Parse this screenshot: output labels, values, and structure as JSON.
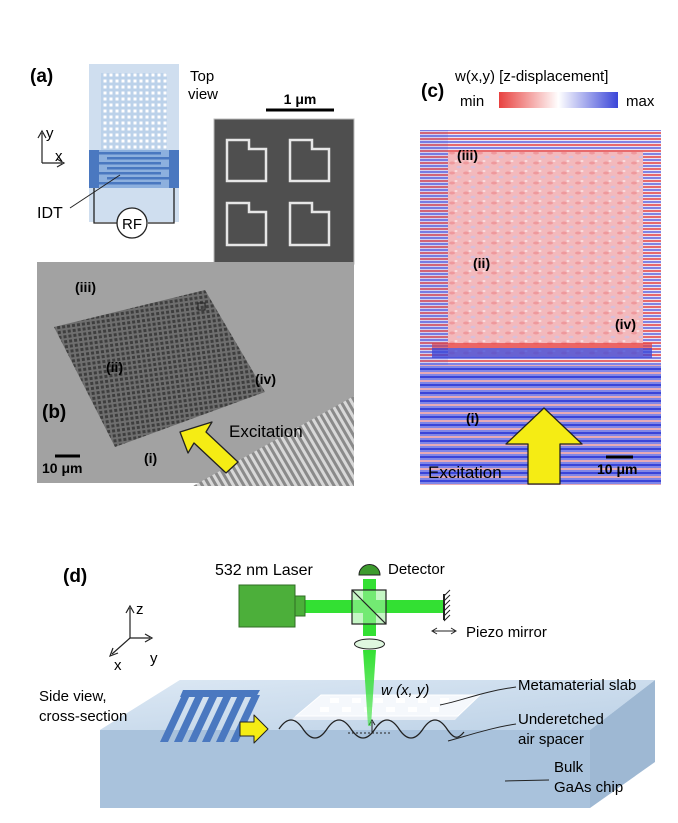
{
  "panel_a": {
    "label": "(a)",
    "top_view": [
      "Top",
      "view"
    ],
    "axis_y": "y",
    "axis_x": "x",
    "idt": "IDT",
    "rf": "RF",
    "scale_bar": "1 μm"
  },
  "panel_b": {
    "label": "(b)",
    "regions": [
      "(iii)",
      "(ii)",
      "(iv)",
      "(i)"
    ],
    "excitation": "Excitation",
    "scale_bar": "10  μm"
  },
  "panel_c": {
    "label": "(c)",
    "colorbar_title": "w(x,y) [z-displacement]",
    "colorbar_min": "min",
    "colorbar_max": "max",
    "regions": [
      "(iii)",
      "(ii)",
      "(iv)",
      "(i)"
    ],
    "excitation": "Excitation",
    "scale_bar": "10  μm"
  },
  "panel_d": {
    "label": "(d)",
    "laser": "532 nm Laser",
    "detector": "Detector",
    "piezo_mirror": "Piezo mirror",
    "axis_z": "z",
    "axis_y": "y",
    "axis_x": "x",
    "side_view": [
      "Side view,",
      "cross-section"
    ],
    "w_label": "w (x, y)",
    "metamaterial_slab": "Metamaterial slab",
    "air_spacer": [
      "Underetched",
      "air spacer"
    ],
    "bulk": [
      "Bulk",
      "GaAs chip"
    ]
  },
  "colors": {
    "map_red": "#e8413f",
    "map_blue": "#3a45d8",
    "laser_green": "#33e033",
    "laser_body": "#4caf3a",
    "arrow_yellow": "#f5ec14",
    "idt_blue": "#4a78c0",
    "chip_blue": "#b8cde2"
  }
}
